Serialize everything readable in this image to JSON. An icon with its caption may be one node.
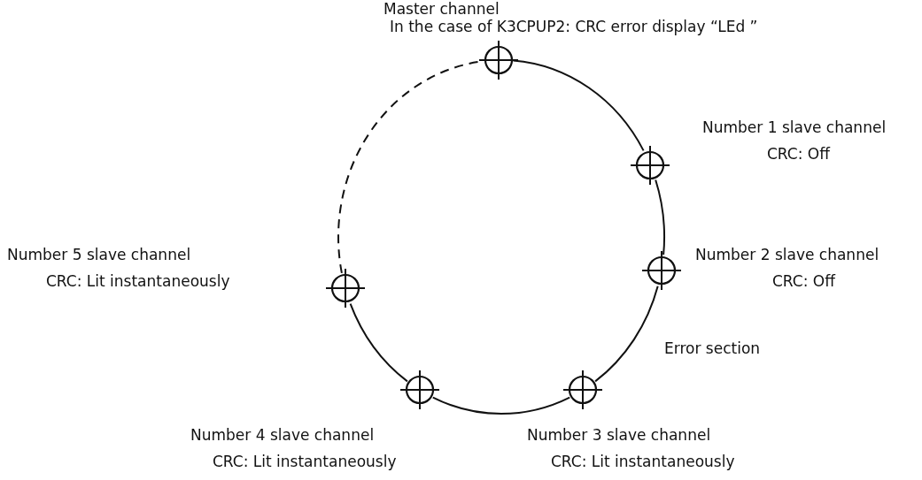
{
  "diagram": {
    "nodes": [
      {
        "text": [],
        "shape": "circle",
        "beside": [
          "Master channel",
          "In the case of K3CPUP2: CRC error display “LEd ”"
        ]
      },
      {
        "text": [],
        "shape": "circle",
        "beside": [
          "Number 1 slave channel",
          "CRC: Off"
        ]
      },
      {
        "text": [],
        "shape": "circle",
        "beside": [
          "Number 2 slave channel",
          "CRC: Off"
        ]
      },
      {
        "text": [],
        "shape": "circle",
        "beside": [
          "Number 3 slave channel",
          "CRC: Lit instantaneously"
        ]
      },
      {
        "text": [],
        "shape": "circle",
        "beside": [
          "Number 4 slave channel",
          "CRC: Lit instantaneously"
        ]
      },
      {
        "text": [],
        "shape": "circle",
        "beside": [
          "Number 5 slave channel",
          "CRC: Lit instantaneously"
        ]
      }
    ],
    "edges": [
      {
        "from": 0,
        "to": 1,
        "arrow": "none"
      },
      {
        "from": 1,
        "to": 2,
        "arrow": "none"
      },
      {
        "from": 2,
        "to": 3,
        "arrow": "none"
      },
      {
        "from": 3,
        "to": 4,
        "arrow": "none"
      },
      {
        "from": 4,
        "to": 5,
        "arrow": "none"
      },
      {
        "from": 5,
        "to": 0,
        "arrow": "none",
        "style": "dashed"
      }
    ],
    "labels": [
      "Error section"
    ]
  }
}
